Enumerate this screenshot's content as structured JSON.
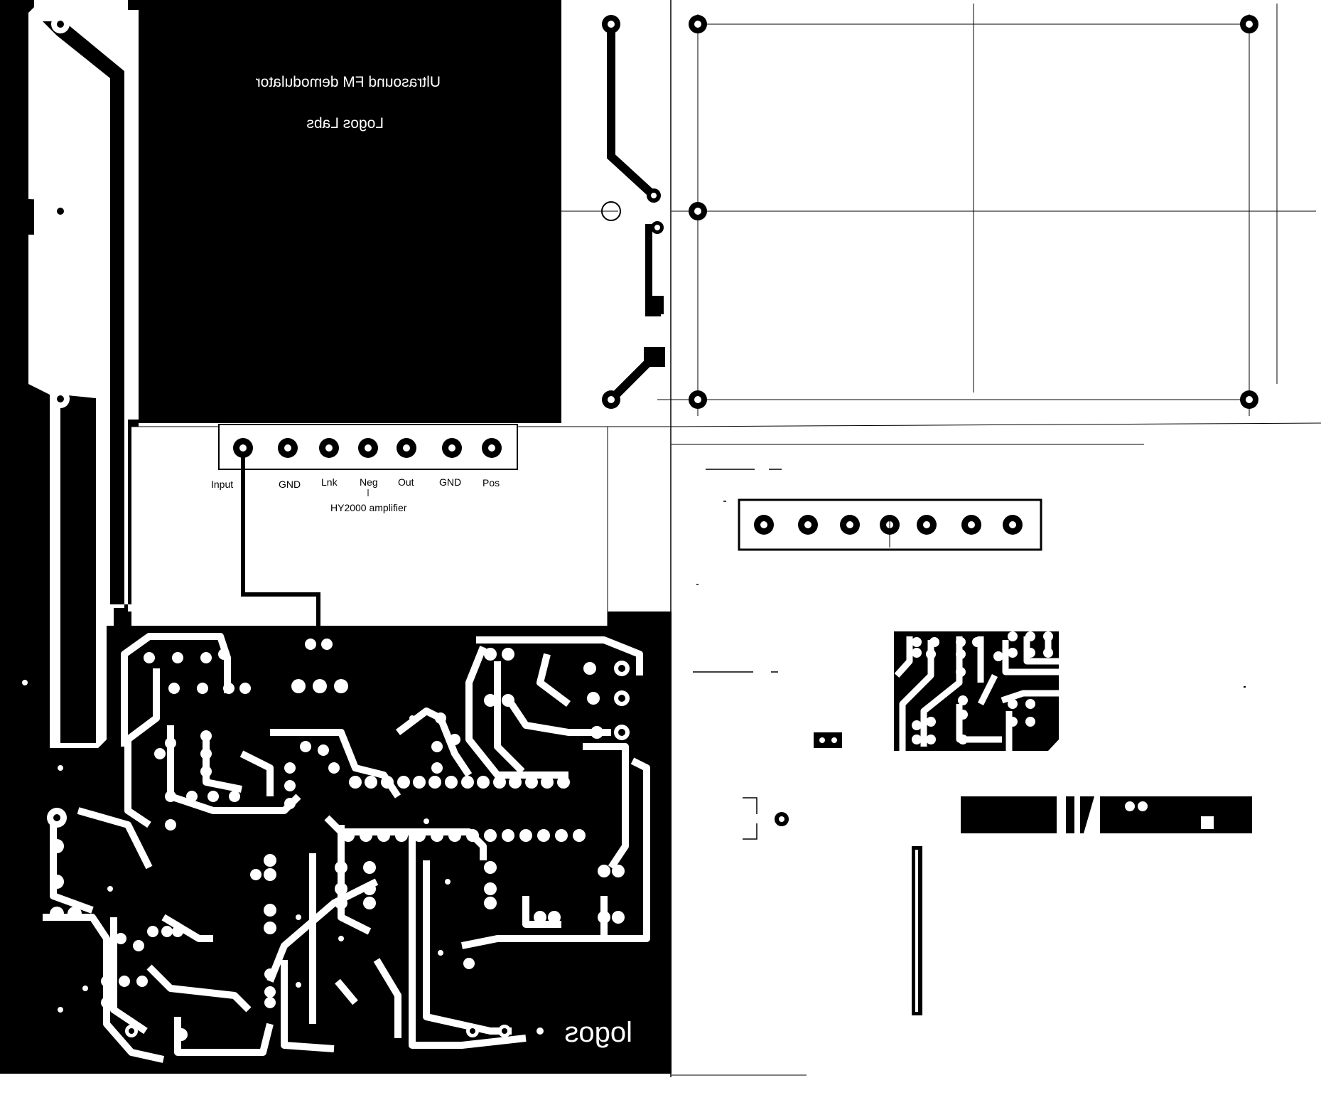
{
  "board": {
    "title": "Ultrasound FM demodulator",
    "maker": "Logos Labs",
    "logo": "logos",
    "mirrored": true
  },
  "amplifier": {
    "name": "HY2000 amplifier",
    "pins": [
      "Input",
      "GND",
      "Lnk",
      "Neg",
      "Out",
      "GND",
      "Pos"
    ]
  },
  "colors": {
    "copper": "#000000",
    "substrate": "#ffffff",
    "pad_hole": "#ffffff"
  }
}
